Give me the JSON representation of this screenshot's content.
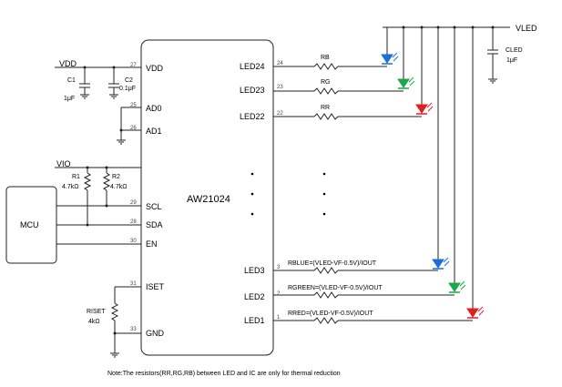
{
  "chip": {
    "name": "AW21024",
    "pins_left": [
      {
        "num": "27",
        "label": "VDD"
      },
      {
        "num": "25",
        "label": "AD0"
      },
      {
        "num": "26",
        "label": "AD1"
      },
      {
        "num": "29",
        "label": "SCL"
      },
      {
        "num": "28",
        "label": "SDA"
      },
      {
        "num": "30",
        "label": "EN"
      },
      {
        "num": "31",
        "label": "ISET"
      },
      {
        "num": "33",
        "label": "GND"
      }
    ],
    "pins_right": [
      {
        "num": "24",
        "label": "LED24"
      },
      {
        "num": "23",
        "label": "LED23"
      },
      {
        "num": "22",
        "label": "LED22"
      },
      {
        "num": "3",
        "label": "LED3"
      },
      {
        "num": "2",
        "label": "LED2"
      },
      {
        "num": "1",
        "label": "LED1"
      }
    ],
    "ellipsis": "·"
  },
  "supply": {
    "vdd": "VDD",
    "vio": "VIO",
    "vled": "VLED"
  },
  "components": {
    "c1_name": "C1",
    "c1_value": "1μF",
    "c2_name": "C2",
    "c2_value": "0.1μF",
    "cled_name": "CLED",
    "cled_value": "1μF",
    "r1_name": "R1",
    "r1_value": "4.7kΩ",
    "r2_name": "R2",
    "r2_value": "4.7kΩ",
    "riset_name": "RISET",
    "riset_value": "4kΩ",
    "rb_label": "RB",
    "rg_label": "RG",
    "rr_label": "RR",
    "rblue_label": "RBLUE=(VLED-VF-0.5V)/IOUT",
    "rgreen_label": "RGREEN=(VLED-VF-0.5V)/IOUT",
    "rred_label": "RRED=(VLED-VF-0.5V)/IOUT"
  },
  "mcu": {
    "label": "MCU"
  },
  "note": "Note:The resistors(RR,RG,RB) between LED and IC are only for thermal reduction",
  "colors": {
    "blue_led": "#1a6fd8",
    "green_led": "#1aa84a",
    "red_led": "#e02020",
    "wire": "#222222"
  }
}
